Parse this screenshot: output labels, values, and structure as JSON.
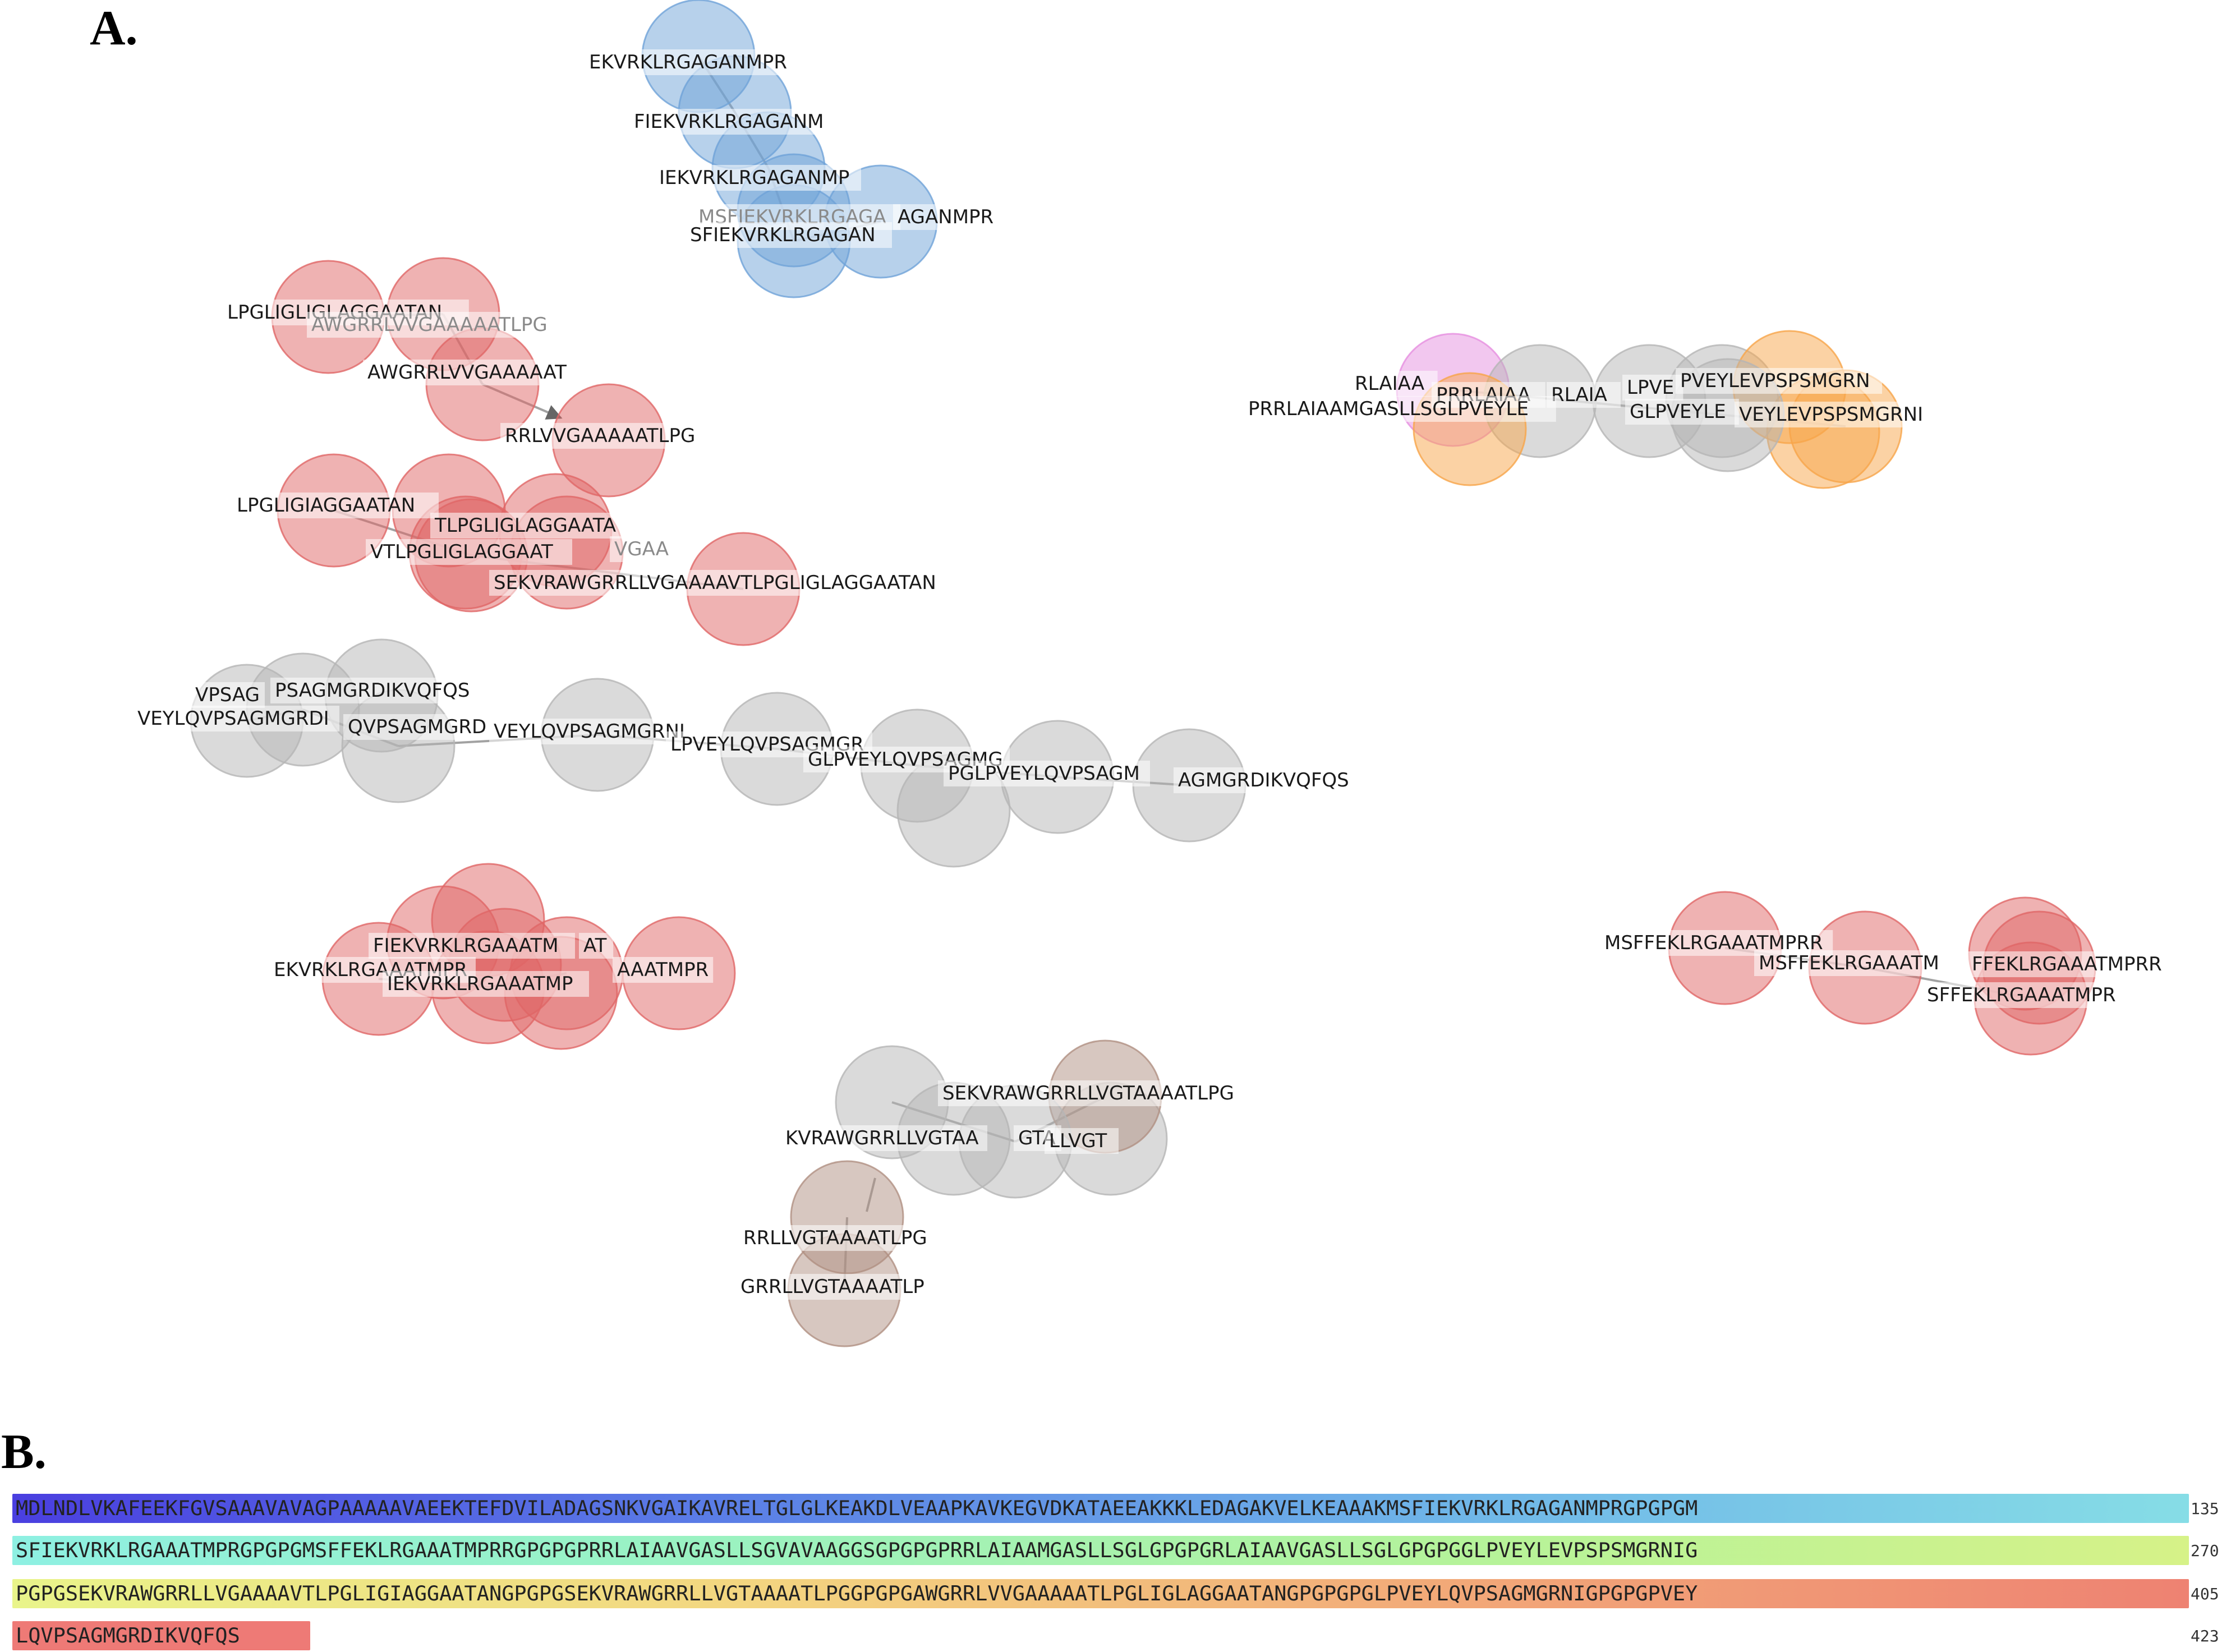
{
  "panels": {
    "a_label": "A.",
    "b_label": "B."
  },
  "node_colors": {
    "blue": "#6fa3d8",
    "red": "#e06666",
    "grey": "#b5b5b5",
    "orange": "#f7a54a",
    "pink": "#e68fe0",
    "brown": "#b09082"
  },
  "nodes": [
    {
      "label": "EKVRKLRGAGANMPR",
      "color": "blue"
    },
    {
      "label": "FIEKVRKLRGAGANM",
      "color": "blue"
    },
    {
      "label": "IEKVRKLRGAGANMP",
      "color": "blue"
    },
    {
      "label": "MSFIEKVRKLRGAGA",
      "color": "blue"
    },
    {
      "label": "AGANMPR",
      "color": "blue"
    },
    {
      "label": "SFIEKVRKLRGAGAN",
      "color": "blue"
    },
    {
      "label": "LPGLIGLIGLAGGAATAN",
      "color": "red"
    },
    {
      "label": "AWGRRLVVGAAAAATLPG",
      "color": "red"
    },
    {
      "label": "AWGRRLVVGAAAAAT",
      "color": "red"
    },
    {
      "label": "RRLVVGAAAAATLPG",
      "color": "red"
    },
    {
      "label": "LPGLIGIAGGAATAN",
      "color": "red"
    },
    {
      "label": "TLPGLIGLAGGAATA",
      "color": "red"
    },
    {
      "label": "VTLPGLIGLAGGAAT",
      "color": "red"
    },
    {
      "label": "VGAA",
      "color": "red"
    },
    {
      "label": "SEKVRAWGRRLLVGAAAAVTLPGLIGLAGGAATAN",
      "color": "red"
    },
    {
      "label": "VPSAG",
      "color": "grey"
    },
    {
      "label": "PSAGMGRDIKVQFQS",
      "color": "grey"
    },
    {
      "label": "VEYLQVPSAGMGRDI",
      "color": "grey"
    },
    {
      "label": "QVPSAGMGRD",
      "color": "grey"
    },
    {
      "label": "VEYLQVPSAGMGRNI",
      "color": "grey"
    },
    {
      "label": "LPVEYLQVPSAGMGR",
      "color": "grey"
    },
    {
      "label": "GLPVEYLQVPSAGMG",
      "color": "grey"
    },
    {
      "label": "PGLPVEYLQVPSAGM",
      "color": "grey"
    },
    {
      "label": "AGMGRDIKVQFQS",
      "color": "grey"
    },
    {
      "label": "FIEKVRKLRGAAATM",
      "color": "red"
    },
    {
      "label": "AT",
      "color": "red"
    },
    {
      "label": "EKVRKLRGAAATMPR",
      "color": "red"
    },
    {
      "label": "AAATMPR",
      "color": "red"
    },
    {
      "label": "IEKVRKLRGAAATMP",
      "color": "red"
    },
    {
      "label": "SEKVRAWGRRLLVGTAAAATLPG",
      "color": "brown"
    },
    {
      "label": "KVRAWGRRLLVGTAA",
      "color": "grey"
    },
    {
      "label": "GTA",
      "color": "grey"
    },
    {
      "label": "LLVGT",
      "color": "grey"
    },
    {
      "label": "RRLLVGTAAAATLPG",
      "color": "brown"
    },
    {
      "label": "GRRLLVGTAAAATLP",
      "color": "brown"
    },
    {
      "label": "RLAIAA",
      "color": "pink"
    },
    {
      "label": "PRRLAIAA",
      "color": "grey"
    },
    {
      "label": "RLAIA",
      "color": "grey"
    },
    {
      "label": "LPVE",
      "color": "grey"
    },
    {
      "label": "PVEYLEVPSPSMGRN",
      "color": "orange"
    },
    {
      "label": "PRRLAIAAMGASLLSGLPVEYLE",
      "color": "orange"
    },
    {
      "label": "GLPVEYLE",
      "color": "grey"
    },
    {
      "label": "VEYLEVPSPSMGRNI",
      "color": "orange"
    },
    {
      "label": "MSFFEKLRGAAATMPRR",
      "color": "red"
    },
    {
      "label": "MSFFEKLRGAAATM",
      "color": "red"
    },
    {
      "label": "FFEKLRGAAATMPRR",
      "color": "red"
    },
    {
      "label": "SFFEKLRGAAATMPR",
      "color": "red"
    }
  ],
  "sequence": {
    "rows": [
      {
        "text": "MDLNDLVKAFEEKFGVSAAAVAVAGPAAAAAVAEEKTEFDVILADAGSNKVGAIKAVRELTGLGLKEAKDLVEAAPKAVKEGVDKATAEEAKKKLEDAGAKVELKEAAAKMSFIEKVRKLRGAGANMPRGPGPGM",
        "end": "135"
      },
      {
        "text": "SFIEKVRKLRGAAATMPRGPGPGMSFFEKLRGAAATMPRRGPGPGPRRLAIAAVGASLLSGVAVAAGGSGPGPGPRRLAIAAMGASLLSGLGPGPGRLAIAAVGASLLSGLGPGPGGLPVEYLEVPSPSMGRNIG",
        "end": "270"
      },
      {
        "text": "PGPGSEKVRAWGRRLLVGAAAAVTLPGLIGIAGGAATANGPGPGSEKVRAWGRRLLVGTAAAATLPGGPGPGAWGRRLVVGAAAAATLPGLIGLAGGAATANGPGPGPGLPVEYLQVPSAGMGRNIGPGPGPVEY",
        "end": "405"
      },
      {
        "text": "LQVPSAGMGRDIKVQFQS",
        "end": "423"
      }
    ],
    "gradients": [
      [
        "#4a3fe0",
        "#5b7fe6",
        "#6fb6e8",
        "#86dde6"
      ],
      [
        "#8ef0e2",
        "#9bf2c0",
        "#b5f39a",
        "#d6f288"
      ],
      [
        "#e9f48a",
        "#f3d680",
        "#f2a878",
        "#ee8272"
      ],
      [
        "#ee7a76",
        "#ee7a76"
      ]
    ]
  }
}
